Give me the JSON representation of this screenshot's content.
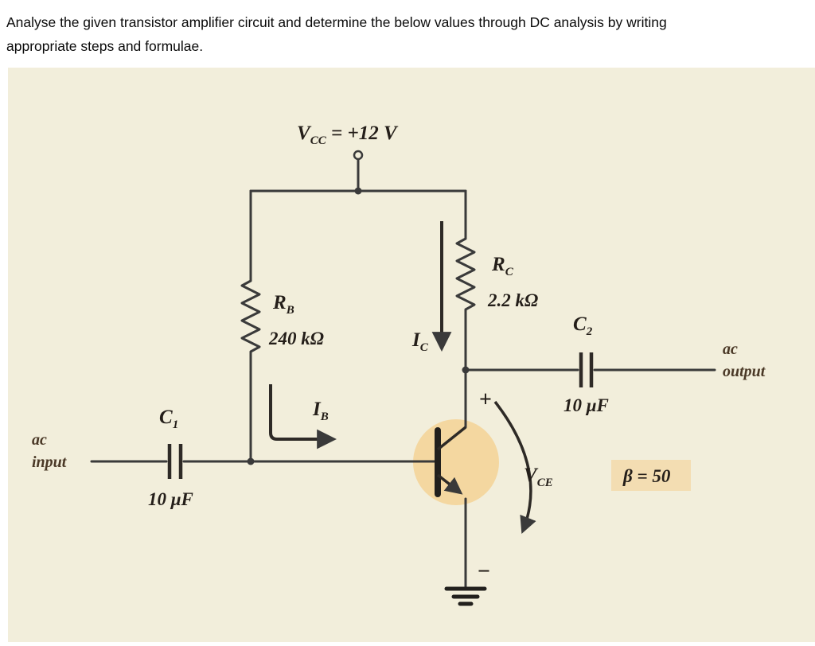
{
  "question": {
    "line1": "Analyse the given  transistor amplifier circuit and determine the  below values through DC analysis by writing",
    "line2": "appropriate steps and formulae."
  },
  "circuit": {
    "vcc": {
      "sym": "V",
      "sub": "CC",
      "rest": " = +12 V"
    },
    "rb": {
      "sym": "R",
      "sub": "B",
      "value": "240 kΩ"
    },
    "rc": {
      "sym": "R",
      "sub": "C",
      "value": "2.2 kΩ"
    },
    "ic": {
      "sym": "I",
      "sub": "C"
    },
    "ib": {
      "sym": "I",
      "sub": "B"
    },
    "c1": {
      "sym": "C",
      "sub": "1",
      "value": "10 μF"
    },
    "c2": {
      "sym": "C",
      "sub": "2",
      "value": "10 μF"
    },
    "vce": {
      "sym": "V",
      "sub": "CE"
    },
    "beta": "β = 50",
    "polarity": {
      "plus": "+",
      "minus": "−"
    },
    "ac_input": {
      "line1": "ac",
      "line2": "input"
    },
    "ac_output": {
      "line1": "ac",
      "line2": "output"
    }
  },
  "colors": {
    "page_bg": "#ffffff",
    "circuit_bg": "#f2eedb",
    "wire": "#3a3a3a",
    "transistor_halo": "#f4d7a0",
    "beta_highlight": "#f3ddb2",
    "label_text": "#241e19",
    "ac_label_text": "#4a3826"
  }
}
